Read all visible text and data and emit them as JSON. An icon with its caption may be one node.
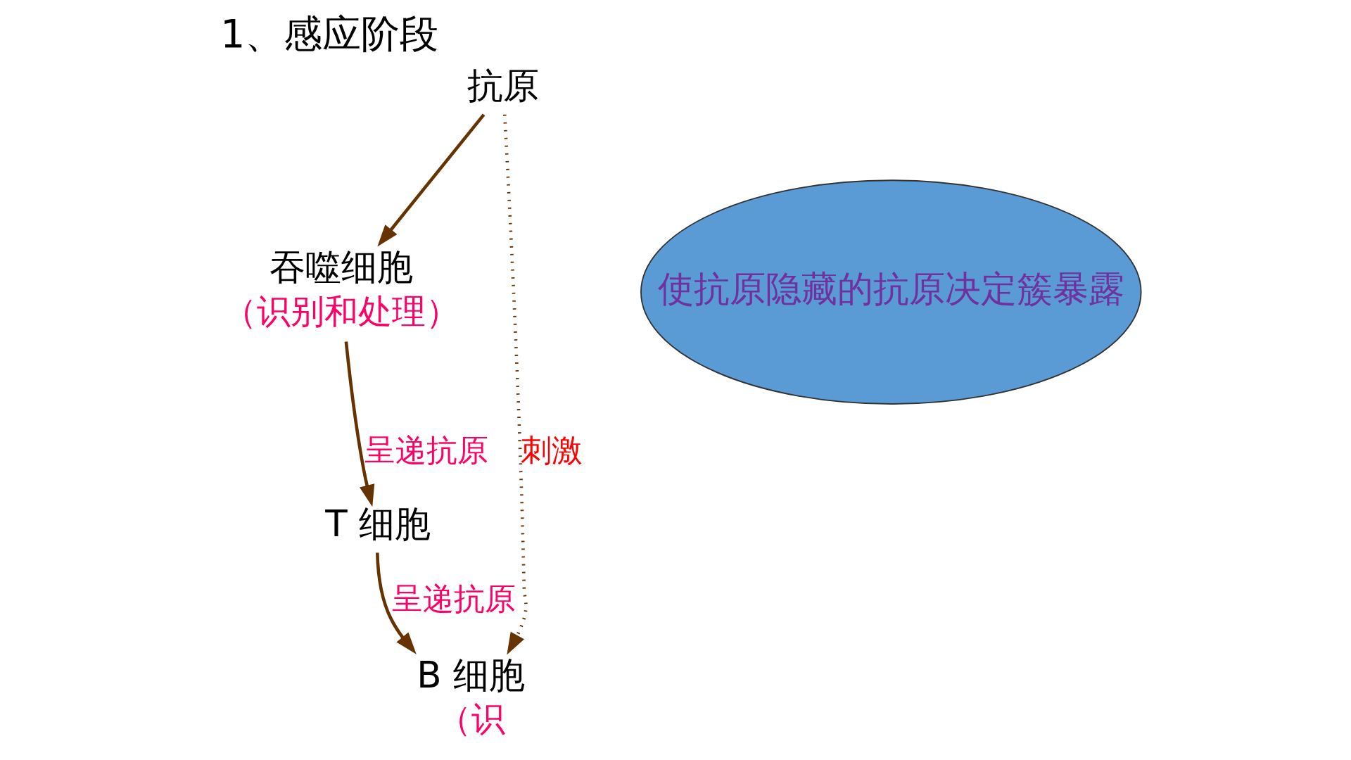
{
  "diagram": {
    "title": "1、感应阶段",
    "nodes": [
      {
        "text": [
          "抗原"
        ]
      },
      {
        "text": [
          "吞噬细胞"
        ],
        "beside": [
          "（识别和处理）"
        ]
      },
      {
        "text": [
          "T 细胞"
        ]
      },
      {
        "text": [
          "B 细胞"
        ],
        "beside": [
          "（识"
        ]
      },
      {
        "text": [
          "使抗原隐藏的抗原决定簇暴露"
        ]
      }
    ],
    "edges": [
      {
        "from": 0,
        "to": 1,
        "arrow": "to"
      },
      {
        "from": 1,
        "to": 2,
        "arrow": "to",
        "label": "呈递抗原"
      },
      {
        "from": 2,
        "to": 3,
        "arrow": "to",
        "label": "呈递抗原"
      },
      {
        "from": 0,
        "to": 3,
        "arrow": "to",
        "label": "刺激",
        "style": "dashed"
      }
    ]
  }
}
